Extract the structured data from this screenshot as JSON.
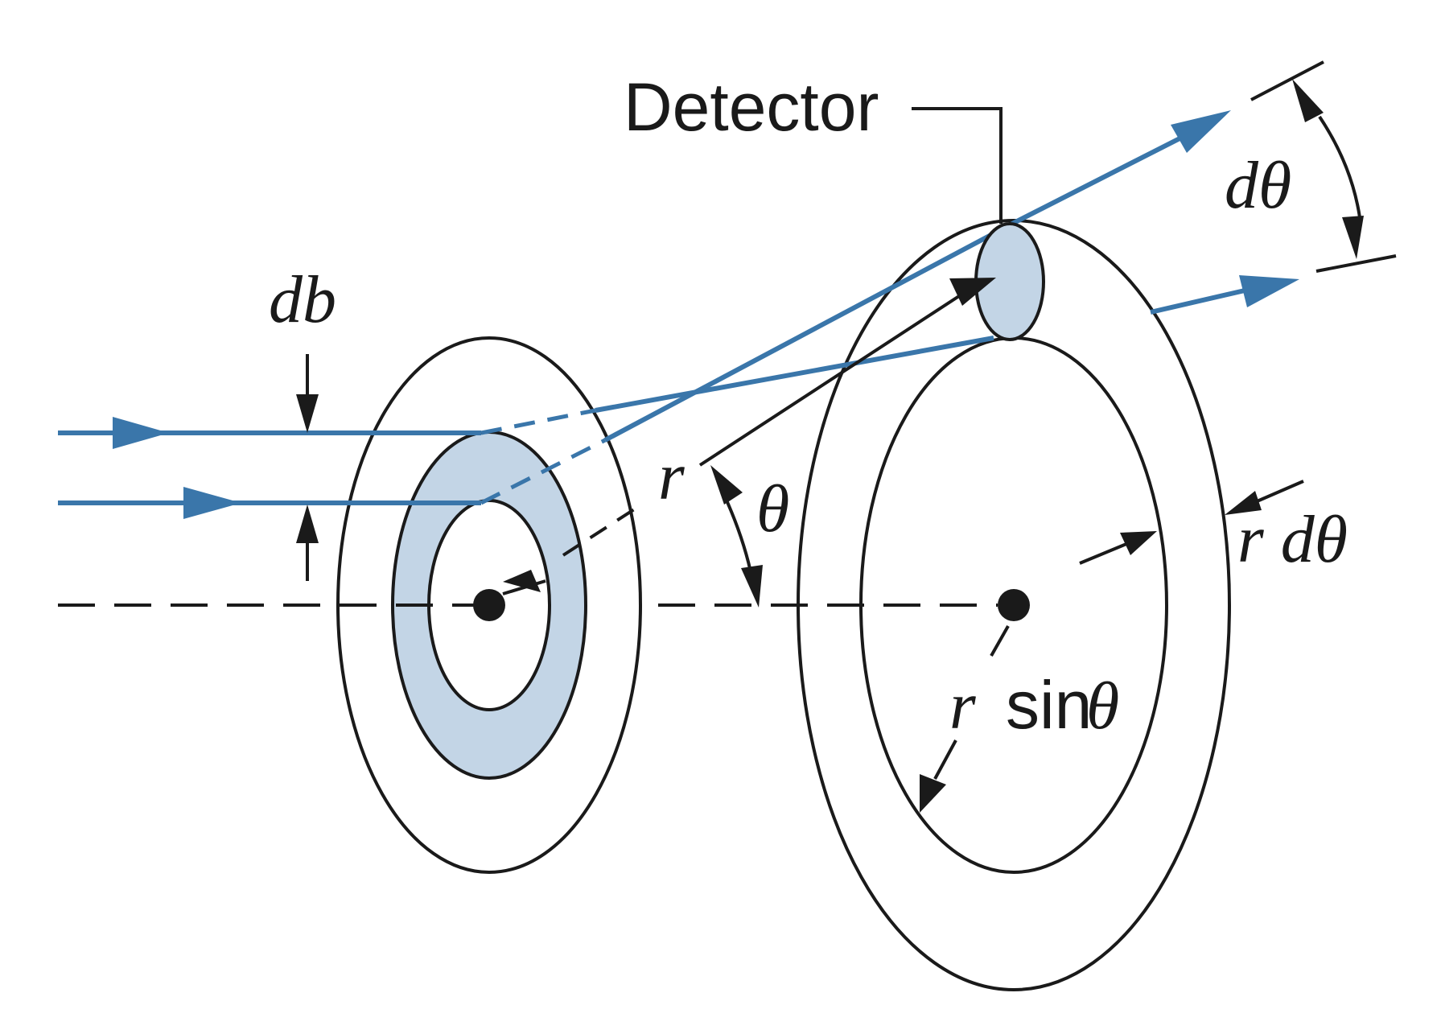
{
  "diagram": {
    "labels": {
      "detector": "Detector",
      "d_theta": "dθ",
      "db": "db",
      "r": "r",
      "theta": "θ",
      "r_d_theta": "r dθ",
      "r_sin_theta_r": "r",
      "r_sin_theta_sin": "sin",
      "r_sin_theta_theta": "θ"
    },
    "colors": {
      "ink": "#1a1a1a",
      "beam": "#3a76aa",
      "annulus_fill": "#c3d5e6"
    }
  }
}
